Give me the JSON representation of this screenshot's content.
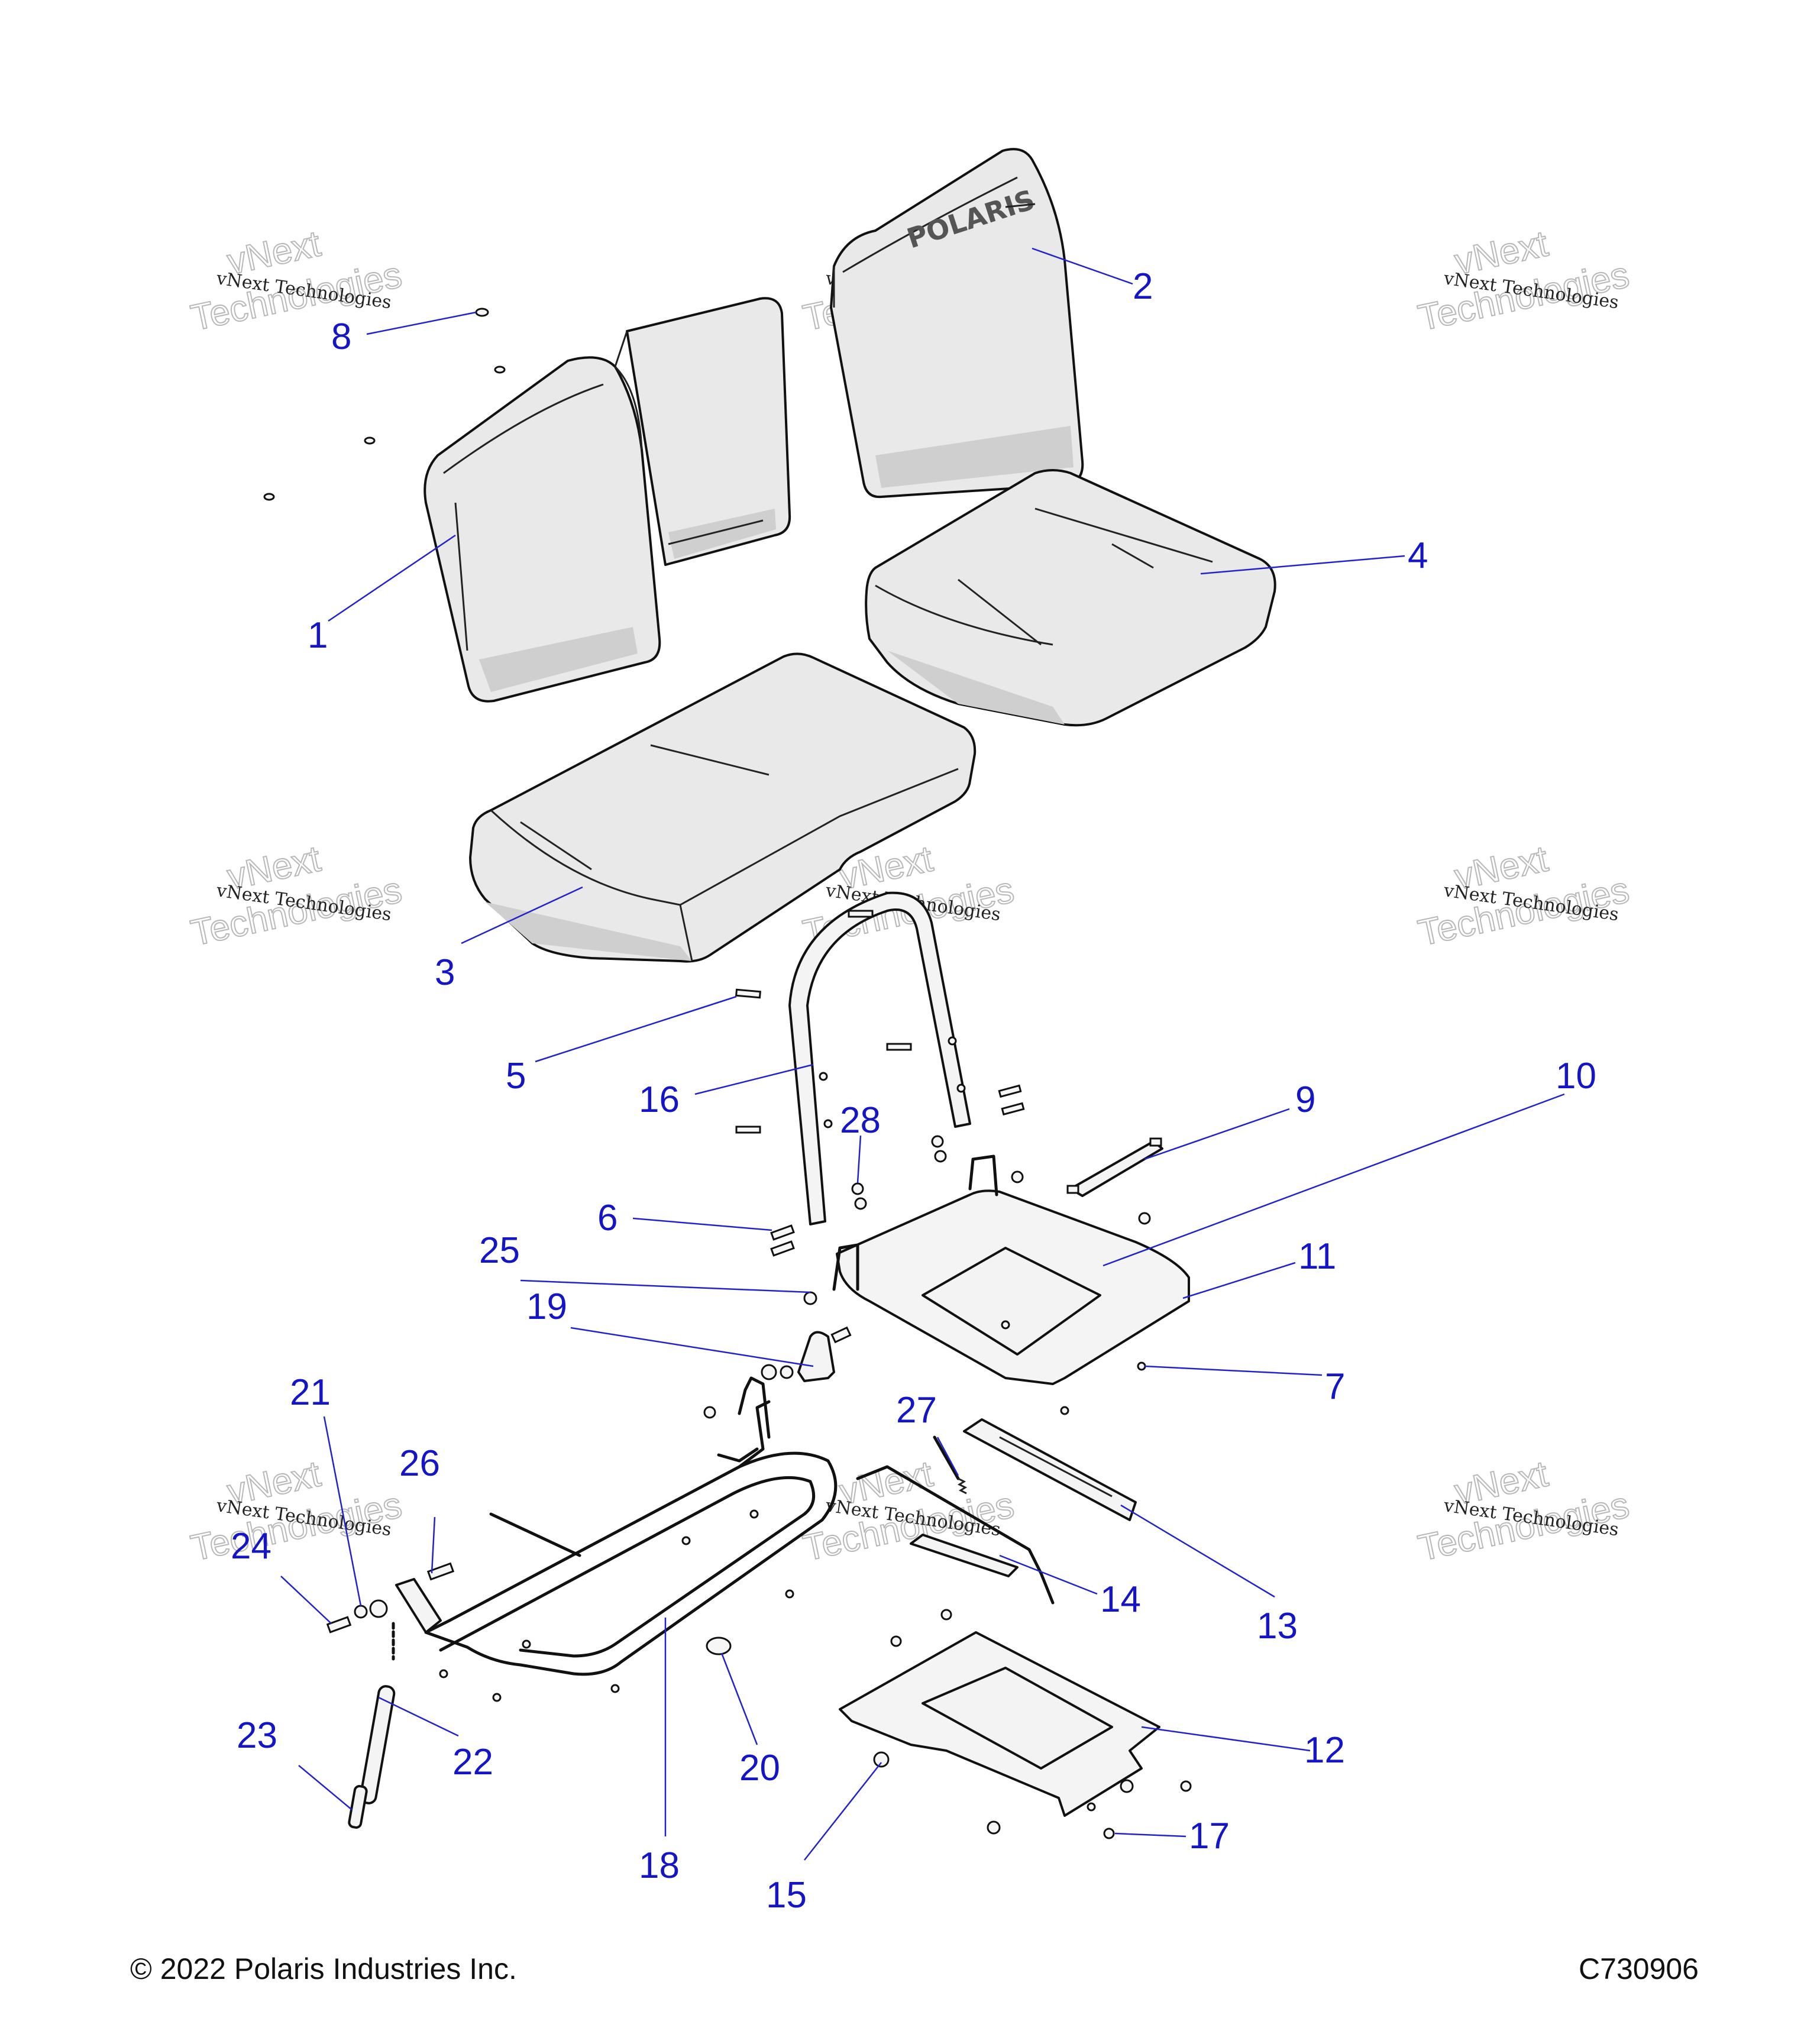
{
  "footer": {
    "copyright": "© 2022 Polaris Industries Inc.",
    "drawing_number": "C730906"
  },
  "watermark": {
    "line1": "vNext",
    "line2": "Technologies",
    "small": "vNext Technologies"
  },
  "logo": "POLARIS",
  "callouts": [
    "1",
    "2",
    "3",
    "4",
    "5",
    "6",
    "7",
    "8",
    "9",
    "10",
    "11",
    "12",
    "13",
    "14",
    "15",
    "16",
    "17",
    "18",
    "19",
    "20",
    "21",
    "22",
    "23",
    "24",
    "25",
    "26",
    "27",
    "28"
  ],
  "colors": {
    "callout": "#1414c8",
    "leader": "#2222cc",
    "line": "#111111"
  }
}
